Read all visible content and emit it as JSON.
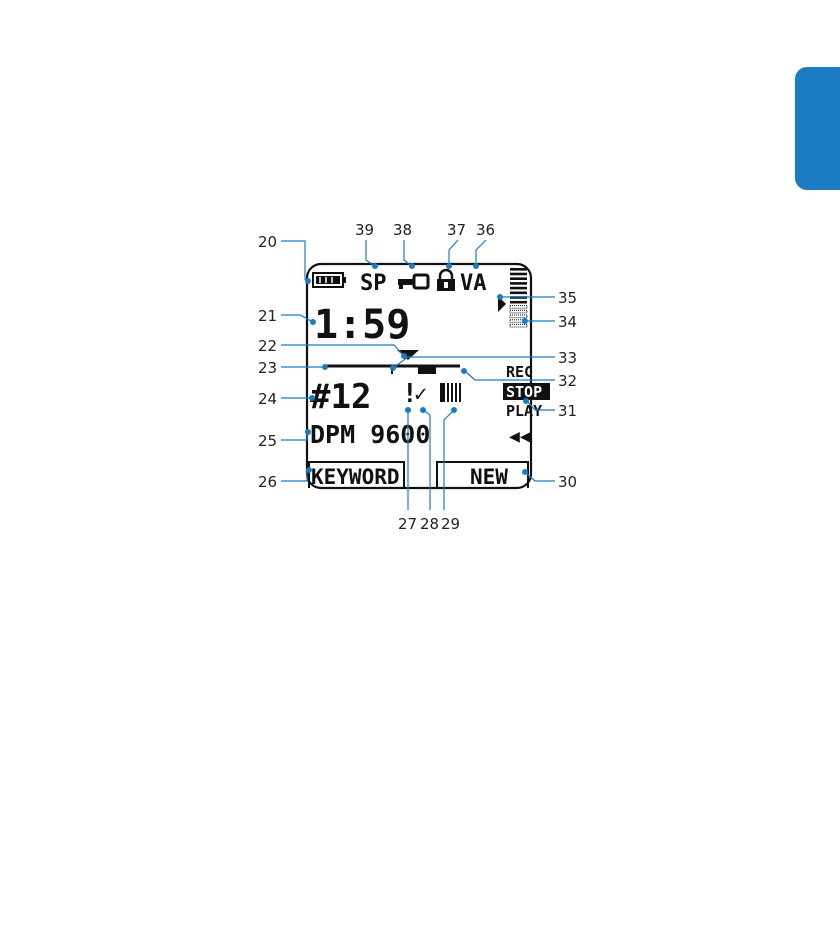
{
  "display": {
    "quality": "SP",
    "voice_activation": "VA",
    "time": "1:59",
    "file_number": "#12",
    "device_name": "DPM 9600",
    "softkey_left": "KEYWORD",
    "softkey_right": "NEW",
    "mode_rec": "REC",
    "mode_stop": "STOP",
    "mode_play": "PLAY",
    "mode_rewind_symbol": "◀◀",
    "priority_symbol": "!",
    "eol_symbol": "✓",
    "battery_level": 1.0,
    "level_meter": {
      "solid_bars": 8,
      "dotted_bars": 5
    }
  },
  "callouts": [
    "20",
    "21",
    "22",
    "23",
    "24",
    "25",
    "26",
    "27",
    "28",
    "29",
    "30",
    "31",
    "32",
    "33",
    "34",
    "35",
    "36",
    "37",
    "38",
    "39"
  ],
  "colors": {
    "accent": "#1b7cc4",
    "lcd_ink": "#111111"
  }
}
